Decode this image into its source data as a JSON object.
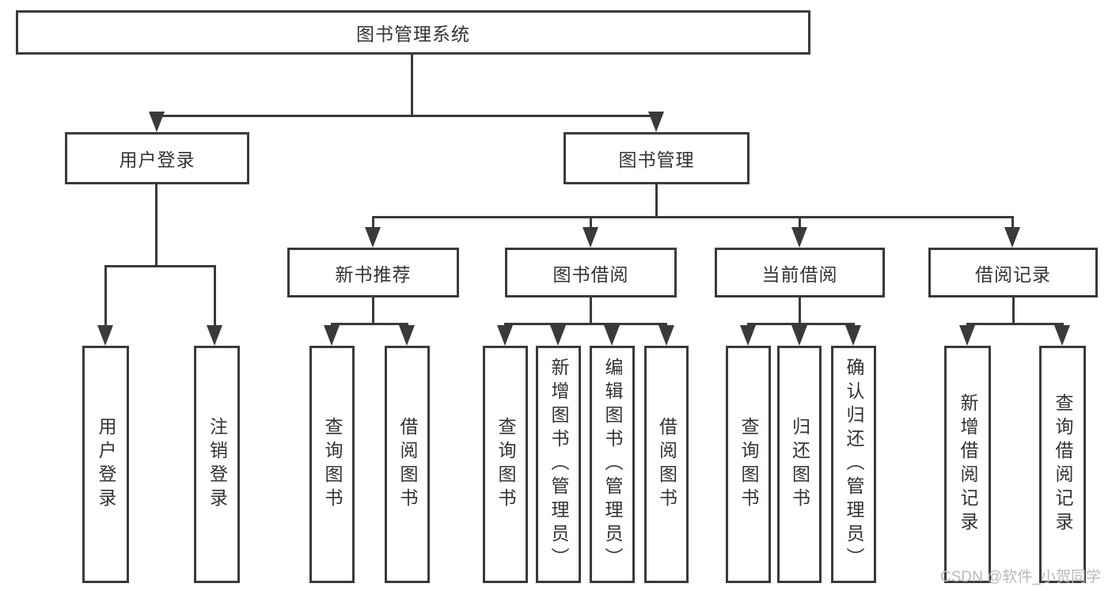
{
  "diagram": {
    "title": "图书管理系统",
    "nodes": {
      "root": "图书管理系统",
      "level2": [
        "用户登录",
        "图书管理"
      ],
      "level3": [
        "新书推荐",
        "图书借阅",
        "当前借阅",
        "借阅记录"
      ],
      "leaves_user_login": [
        "用户登录",
        "注销登录"
      ],
      "leaves_new_books": [
        "查询图书",
        "借阅图书"
      ],
      "leaves_book_borrow": [
        "查询图书",
        "新增图书（管理员）",
        "编辑图书（管理员）",
        "借阅图书"
      ],
      "leaves_current_borrow": [
        "查询图书",
        "归还图书",
        "确认归还（管理员）"
      ],
      "leaves_borrow_records": [
        "新增借阅记录",
        "查询借阅记录"
      ]
    },
    "watermark": "CSDN @软件_小贺同学",
    "colors": {
      "line": "#3a3a3a",
      "text": "#333333",
      "background": "#ffffff",
      "watermark": "#b9b9b9"
    }
  }
}
